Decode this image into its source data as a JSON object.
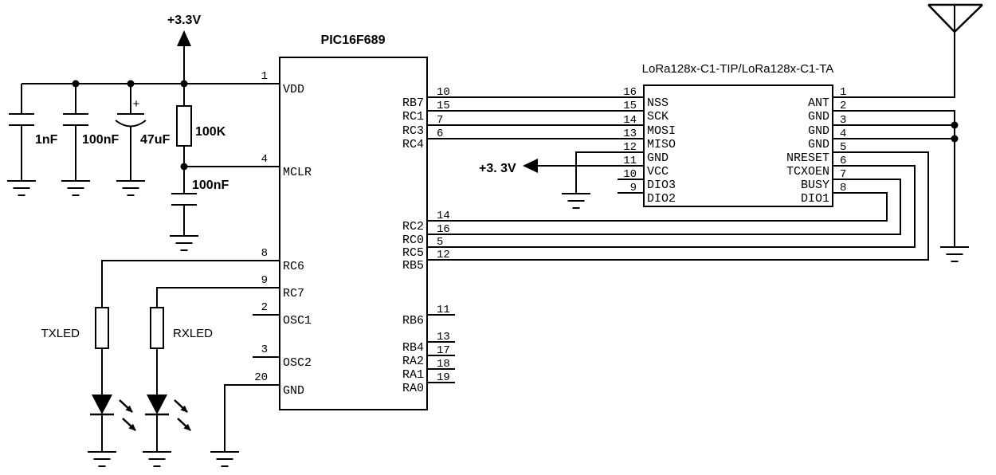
{
  "schematic": {
    "pic": {
      "title": "PIC16F689",
      "left_pins": [
        {
          "num": "1",
          "name": "VDD"
        },
        {
          "num": "4",
          "name": "MCLR"
        },
        {
          "num": "8",
          "name": "RC6"
        },
        {
          "num": "9",
          "name": "RC7"
        },
        {
          "num": "2",
          "name": "OSC1"
        },
        {
          "num": "3",
          "name": "OSC2"
        },
        {
          "num": "20",
          "name": "GND"
        }
      ],
      "right_pins": [
        {
          "num": "10",
          "name": "RB7"
        },
        {
          "num": "15",
          "name": "RC1"
        },
        {
          "num": "7",
          "name": "RC3"
        },
        {
          "num": "6",
          "name": "RC4"
        },
        {
          "num": "14",
          "name": "RC2"
        },
        {
          "num": "16",
          "name": "RC0"
        },
        {
          "num": "5",
          "name": "RC5"
        },
        {
          "num": "12",
          "name": "RB5"
        },
        {
          "num": "11",
          "name": "RB6"
        },
        {
          "num": "13",
          "name": "RB4"
        },
        {
          "num": "17",
          "name": "RA2"
        },
        {
          "num": "18",
          "name": "RA1"
        },
        {
          "num": "19",
          "name": "RA0"
        }
      ]
    },
    "lora": {
      "title": "LoRa128x-C1-TIP/LoRa128x-C1-TA",
      "left_pins": [
        {
          "num": "16",
          "name": "NSS"
        },
        {
          "num": "15",
          "name": "SCK"
        },
        {
          "num": "14",
          "name": "MOSI"
        },
        {
          "num": "13",
          "name": "MISO"
        },
        {
          "num": "12",
          "name": "GND"
        },
        {
          "num": "11",
          "name": "VCC"
        },
        {
          "num": "10",
          "name": "DIO3"
        },
        {
          "num": "9",
          "name": "DIO2"
        }
      ],
      "right_pins": [
        {
          "num": "1",
          "name": "ANT"
        },
        {
          "num": "2",
          "name": "GND"
        },
        {
          "num": "3",
          "name": "GND"
        },
        {
          "num": "4",
          "name": "GND"
        },
        {
          "num": "5",
          "name": "NRESET"
        },
        {
          "num": "6",
          "name": "TCXOEN"
        },
        {
          "num": "7",
          "name": "BUSY"
        },
        {
          "num": "8",
          "name": "DIO1"
        }
      ]
    },
    "power": {
      "top_rail_label": "+3.3V",
      "vcc_label": "+3. 3V"
    },
    "values": {
      "c1": "1nF",
      "c2": "100nF",
      "c3": "47uF",
      "c3_polarity": "+",
      "r_pullup": "100K",
      "c_mclr": "100nF",
      "led_tx": "TXLED",
      "led_rx": "RXLED"
    },
    "colors": {
      "ink": "#000000",
      "background": "#ffffff"
    }
  }
}
